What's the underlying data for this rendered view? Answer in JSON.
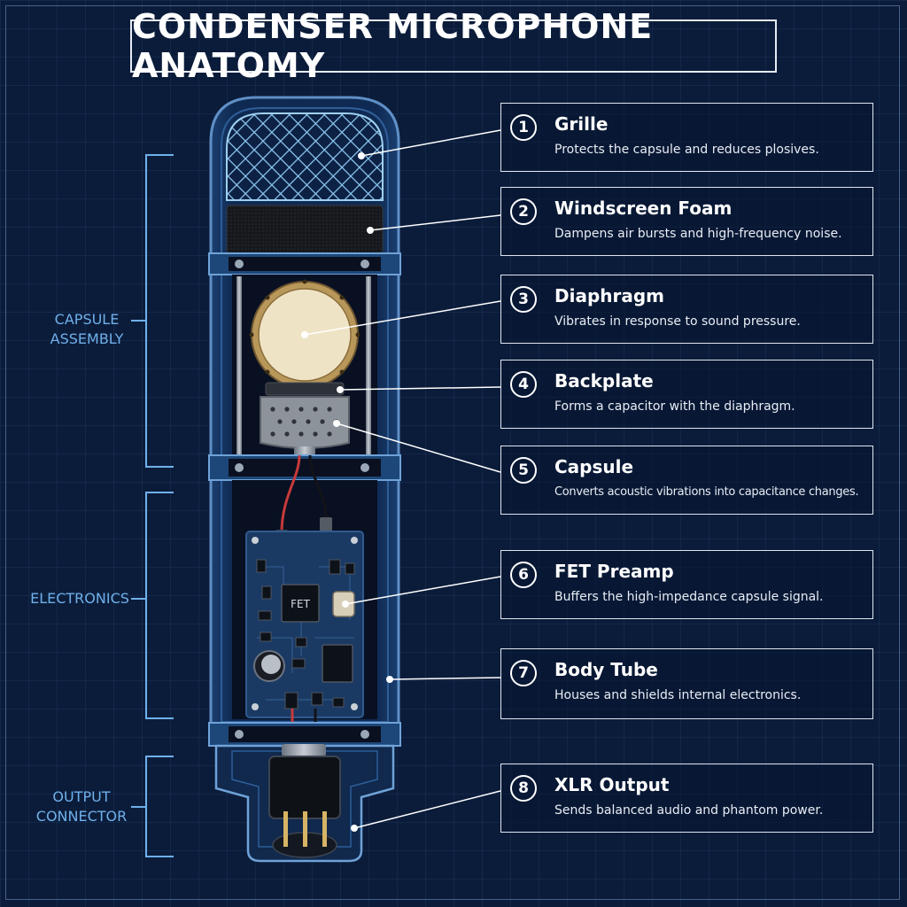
{
  "title": "CONDENSER MICROPHONE ANATOMY",
  "groups": [
    {
      "line1": "CAPSULE",
      "line2": "ASSEMBLY"
    },
    {
      "line1": "ELECTRONICS",
      "line2": ""
    },
    {
      "line1": "OUTPUT",
      "line2": "CONNECTOR"
    }
  ],
  "callouts": [
    {
      "number": "1",
      "title": "Grille",
      "description": "Protects the capsule and reduces plosives."
    },
    {
      "number": "2",
      "title": "Windscreen Foam",
      "description": "Dampens air bursts and high-frequency noise."
    },
    {
      "number": "3",
      "title": "Diaphragm",
      "description": "Vibrates in response to sound pressure."
    },
    {
      "number": "4",
      "title": "Backplate",
      "description": "Forms a capacitor with the diaphragm."
    },
    {
      "number": "5",
      "title": "Capsule",
      "description": "Converts acoustic vibrations into capacitance changes."
    },
    {
      "number": "6",
      "title": "FET Preamp",
      "description": "Buffers the high-impedance capsule signal."
    },
    {
      "number": "7",
      "title": "Body Tube",
      "description": "Houses and shields internal electronics."
    },
    {
      "number": "8",
      "title": "XLR Output",
      "description": "Sends balanced audio and phantom power."
    }
  ],
  "chip_label": "FET",
  "colors": {
    "background": "#0b1c3a",
    "accent": "#6fb0ea",
    "line": "#ffffff",
    "diaphragm": "#efe3c6",
    "ring": "#b8975a",
    "pcb": "#1b3a63"
  }
}
